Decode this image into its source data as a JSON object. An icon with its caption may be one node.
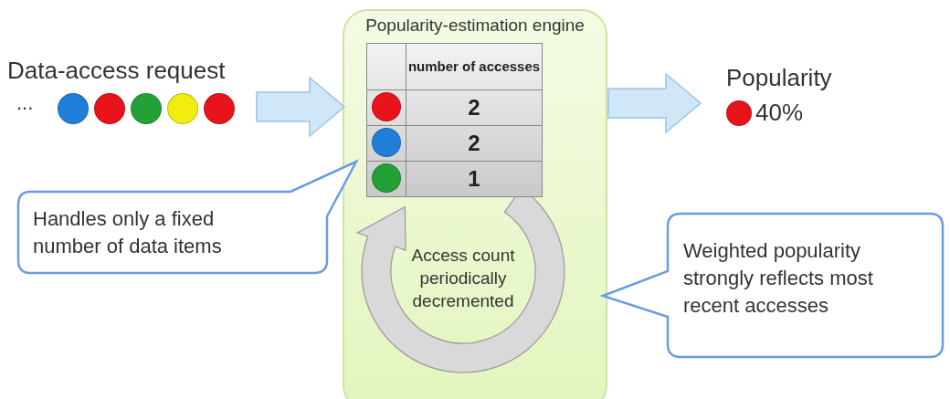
{
  "diagram": {
    "nodes": [
      {
        "text": [
          "Data-access request"
        ]
      },
      {
        "text": [
          "Popularity-estimation engine"
        ]
      },
      {
        "text": [
          "Popularity",
          "40%"
        ]
      },
      {
        "text": [
          "Handles only a fixed number of data items"
        ]
      },
      {
        "text": [
          "Weighted popularity strongly reflects most recent accesses"
        ]
      }
    ],
    "edges": [
      {
        "from": 0,
        "to": 1,
        "arrow": "to"
      },
      {
        "from": 1,
        "to": 2,
        "arrow": "to"
      }
    ],
    "labels": [
      "...",
      "number of accesses",
      "2",
      "2",
      "1",
      "Access count periodically decremented"
    ]
  }
}
